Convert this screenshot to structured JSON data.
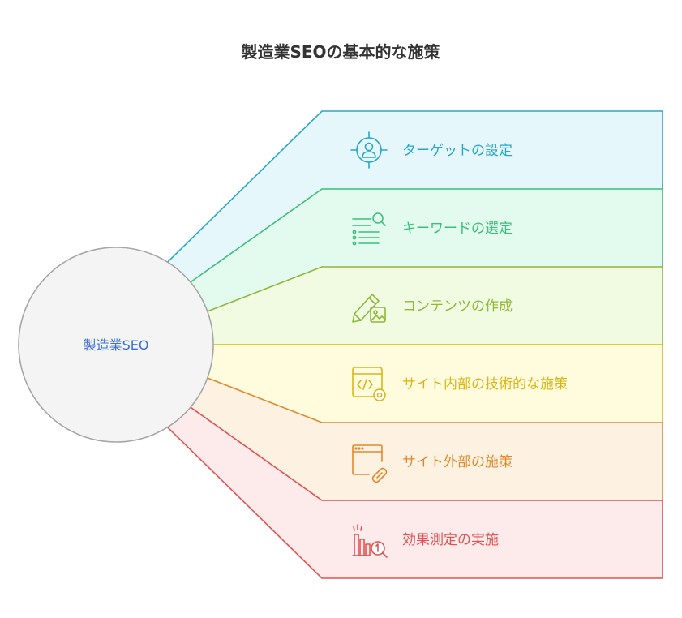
{
  "title": "製造業SEOの基本的な施策",
  "center": {
    "label": "製造業SEO"
  },
  "items": [
    {
      "label": "ターゲットの設定",
      "icon": "target-user-icon",
      "color": "#29a7c8",
      "fill": "#e6f7fc"
    },
    {
      "label": "キーワードの選定",
      "icon": "keyword-search-list-icon",
      "color": "#3dbe7a",
      "fill": "#e3faee"
    },
    {
      "label": "コンテンツの作成",
      "icon": "pencil-image-icon",
      "color": "#8fb83a",
      "fill": "#f1fbe1"
    },
    {
      "label": "サイト内部の技術的な施策",
      "icon": "code-gear-icon",
      "color": "#d8b617",
      "fill": "#fffbdd"
    },
    {
      "label": "サイト外部の施策",
      "icon": "browser-link-icon",
      "color": "#e08a2e",
      "fill": "#fdf1e2"
    },
    {
      "label": "効果測定の実施",
      "icon": "chart-magnifier-icon",
      "color": "#e05353",
      "fill": "#fdeaea"
    }
  ]
}
